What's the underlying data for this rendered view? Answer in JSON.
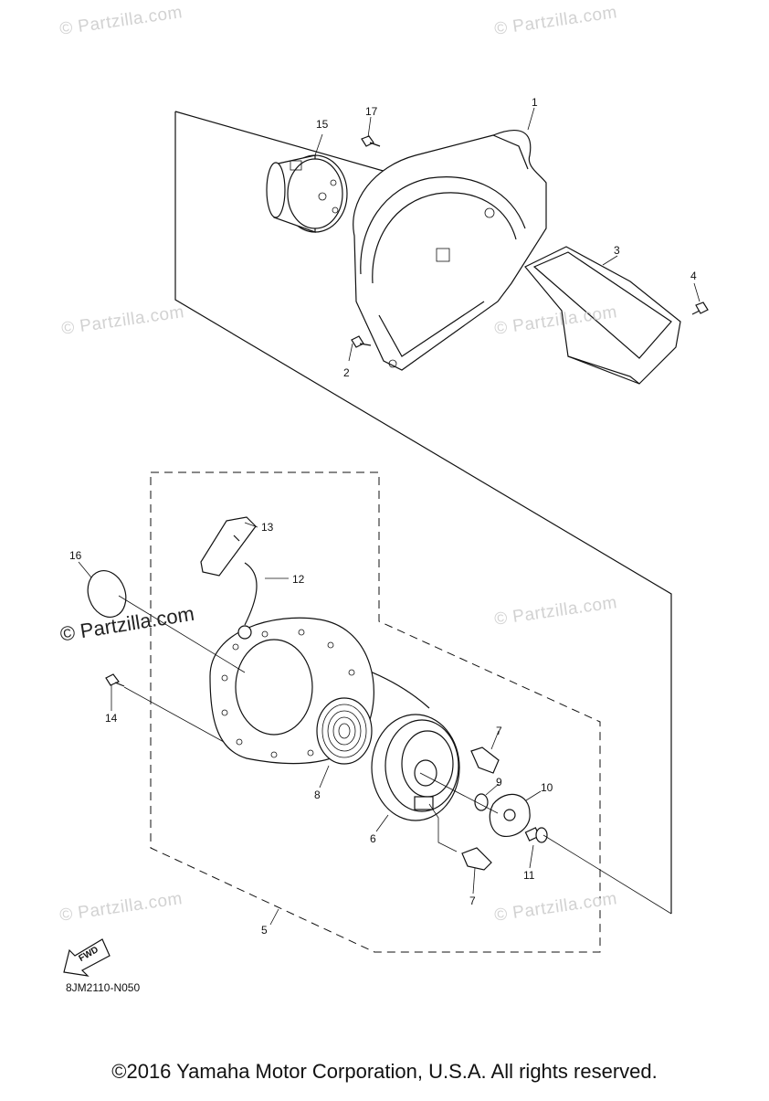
{
  "watermarks": {
    "text": "© Partzilla.com",
    "emphasized_text": "© Partzilla.com"
  },
  "callouts": {
    "p1": "1",
    "p2": "2",
    "p3": "3",
    "p4": "4",
    "p5": "5",
    "p6": "6",
    "p7a": "7",
    "p7b": "7",
    "p8": "8",
    "p9": "9",
    "p10": "10",
    "p11": "11",
    "p12": "12",
    "p13": "13",
    "p14": "14",
    "p15": "15",
    "p16": "16",
    "p17": "17"
  },
  "fwd_label": "FWD",
  "drawing_code": "8JM2110-N050",
  "copyright": "©2016 Yamaha Motor Corporation, U.S.A. All rights reserved."
}
